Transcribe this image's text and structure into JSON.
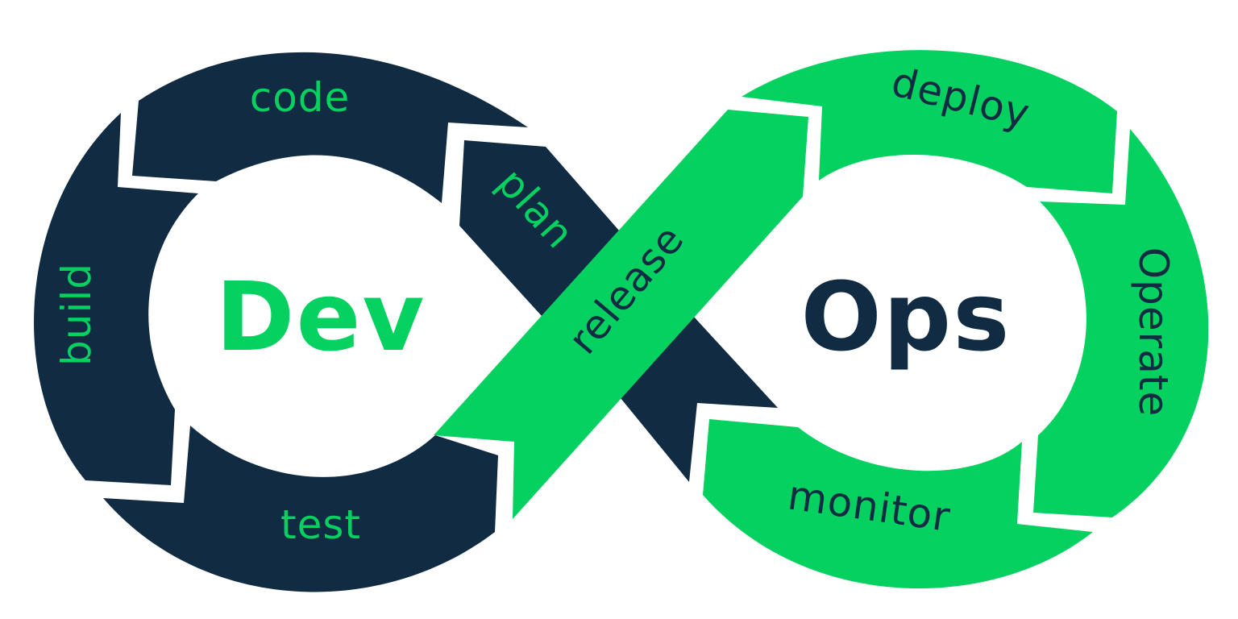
{
  "colors": {
    "dev": "#112b42",
    "ops": "#05d160",
    "background": "#ffffff"
  },
  "titles": {
    "dev": "Dev",
    "ops": "Ops"
  },
  "stages": {
    "code": "code",
    "plan": "plan",
    "build": "build",
    "test": "test",
    "release": "release",
    "deploy": "deploy",
    "operate": "Operate",
    "monitor": "monitor"
  }
}
